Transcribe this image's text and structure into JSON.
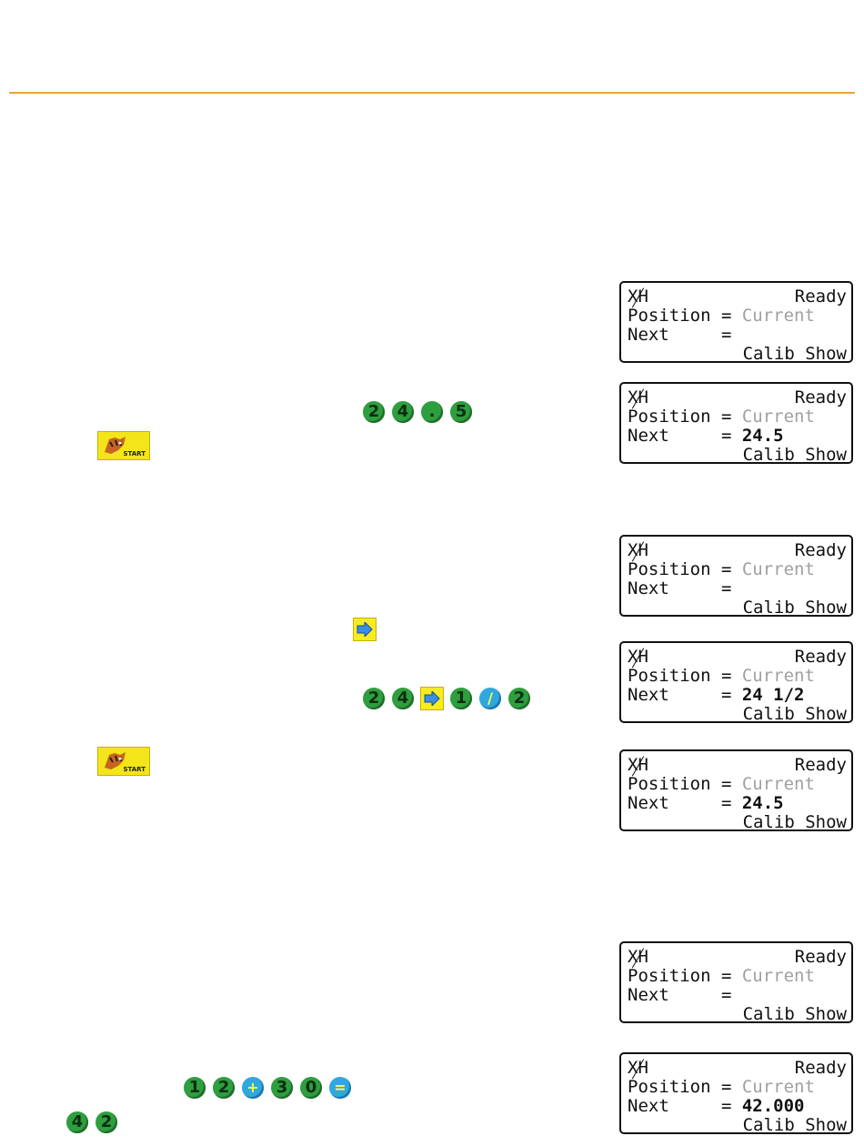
{
  "displays": [
    {
      "mode": "XH",
      "status": "Ready",
      "position_label": "Position =",
      "position_value": "Current",
      "next_label": "Next     =",
      "next_value": "",
      "softkeys": "Calib Show"
    },
    {
      "mode": "XH",
      "status": "Ready",
      "position_label": "Position =",
      "position_value": "Current",
      "next_label": "Next     =",
      "next_value": "24.5",
      "softkeys": "Calib Show"
    },
    {
      "mode": "XH",
      "status": "Ready",
      "position_label": "Position =",
      "position_value": "Current",
      "next_label": "Next     =",
      "next_value": "",
      "softkeys": "Calib Show"
    },
    {
      "mode": "XH",
      "status": "Ready",
      "position_label": "Position =",
      "position_value": "Current",
      "next_label": "Next     =",
      "next_value": "24 1/2",
      "softkeys": "Calib Show"
    },
    {
      "mode": "XH",
      "status": "Ready",
      "position_label": "Position =",
      "position_value": "Current",
      "next_label": "Next     =",
      "next_value": "24.5",
      "softkeys": "Calib Show"
    },
    {
      "mode": "XH",
      "status": "Ready",
      "position_label": "Position =",
      "position_value": "Current",
      "next_label": "Next     =",
      "next_value": "",
      "softkeys": "Calib Show"
    },
    {
      "mode": "XH",
      "status": "Ready",
      "position_label": "Position =",
      "position_value": "Current",
      "next_label": "Next     =",
      "next_value": "42.000",
      "softkeys": "Calib Show"
    }
  ],
  "keys": {
    "seq1": [
      "2",
      "4",
      ".",
      "5"
    ],
    "seq2": [
      "2",
      "4",
      "1",
      "/",
      "2"
    ],
    "seq3": [
      "1",
      "2",
      "+",
      "3",
      "0",
      "="
    ],
    "seq4": [
      "4",
      "2"
    ]
  },
  "start_label": "START",
  "colors": {
    "rule": "#f0a040",
    "key_green": "#2e9e3e",
    "key_blue": "#2fa8e0",
    "key_yellow": "#f5ec22"
  }
}
